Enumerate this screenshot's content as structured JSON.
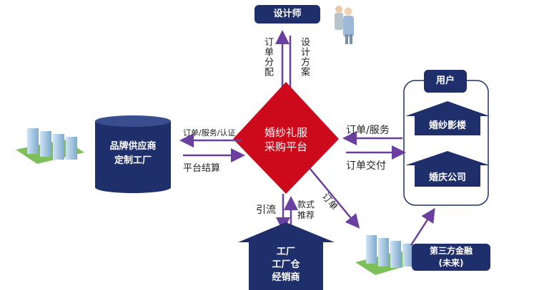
{
  "nodes": {
    "designer": "设计师",
    "platform_line1": "婚纱礼服",
    "platform_line2": "采购平台",
    "supplier_line1": "品牌供应商",
    "supplier_line2": "定制工厂",
    "users_title": "用户",
    "user_item1": "婚纱影楼",
    "user_item2": "婚庆公司",
    "dealers_line1": "工厂",
    "dealers_line2": "工厂仓",
    "dealers_line3": "经销商",
    "finance_line1": "第三方金融",
    "finance_line2": "(未来)"
  },
  "edges": {
    "order_assign": "订单分配",
    "design_plan": "设计方案",
    "order_service_cert": "订单/服务/认证",
    "platform_settlement": "平台结算",
    "order_service": "订单/服务",
    "order_delivery": "订单交付",
    "traffic": "引流",
    "style_line1": "款式",
    "style_line2": "推荐",
    "order": "订单"
  },
  "colors": {
    "navy": "#1f2f6b",
    "red": "#cc0a1c",
    "arrow": "#6b3fa0"
  }
}
